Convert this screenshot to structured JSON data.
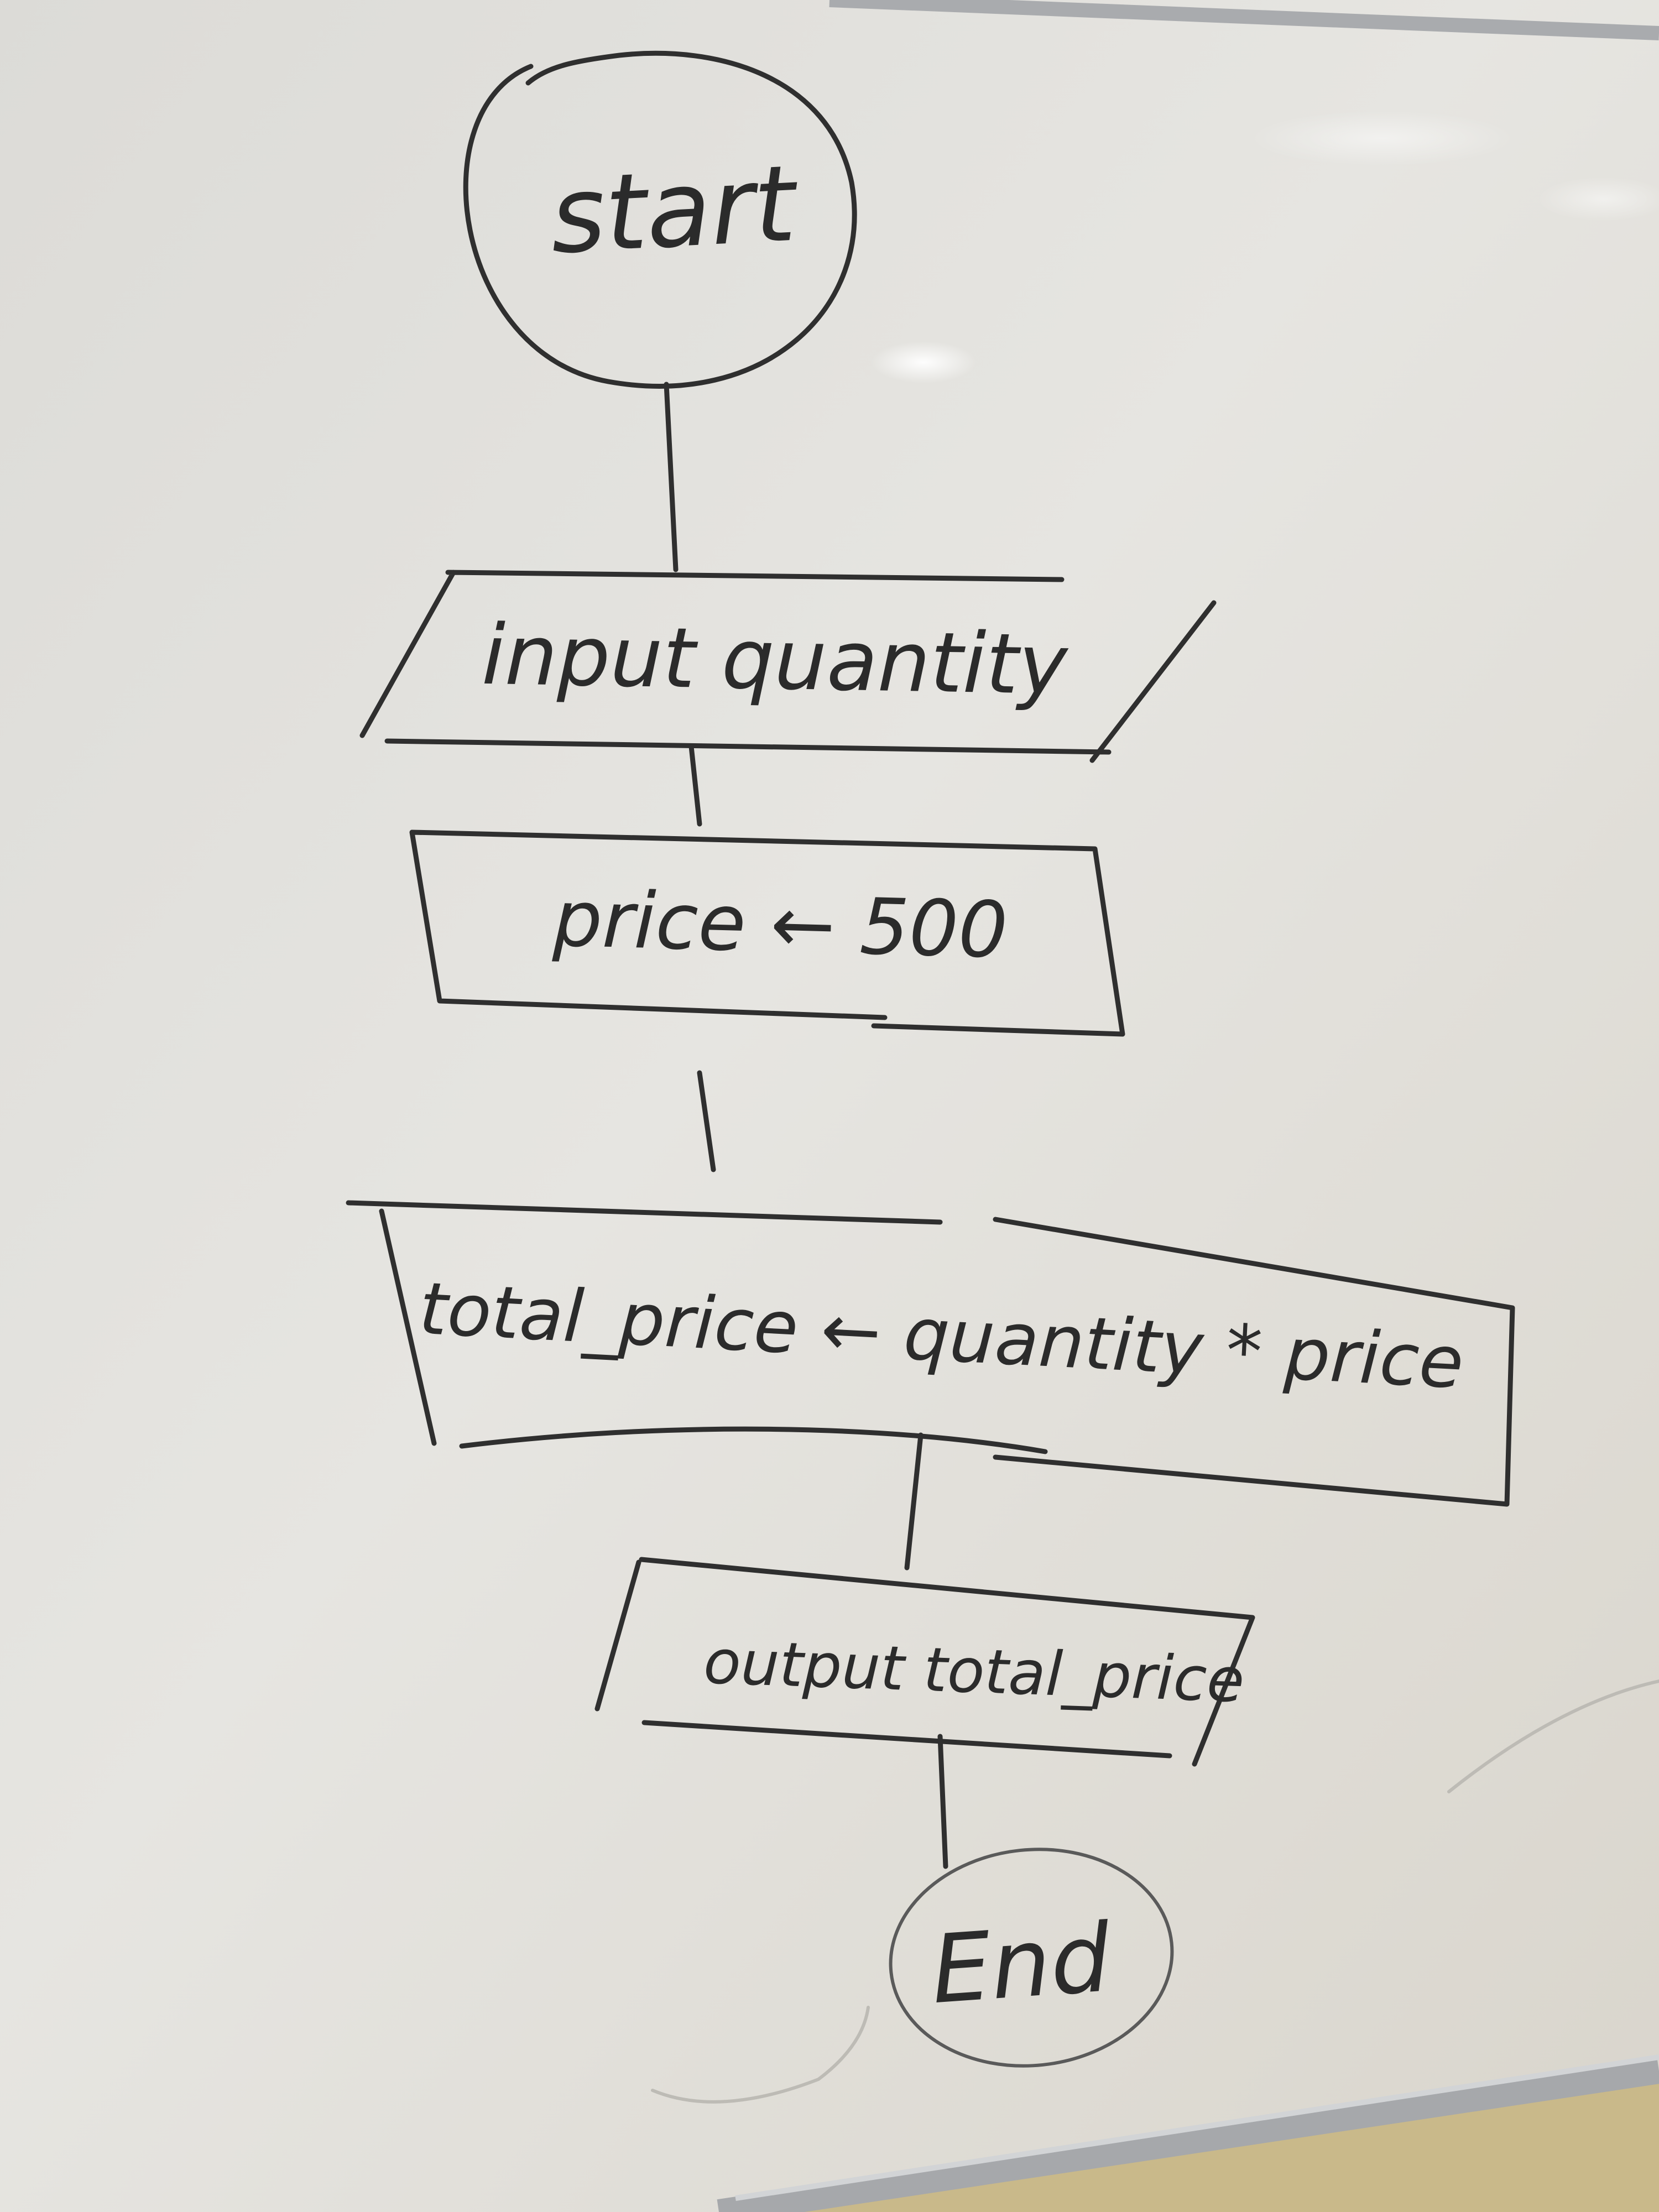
{
  "whiteboard": {
    "colors": {
      "board": "#e4e3df",
      "marker": "#2f2f2f",
      "frame": "#a9abae",
      "wall": "#c9b98a"
    }
  },
  "flowchart": {
    "start": "start",
    "input": "input quantity",
    "assign_price": "price ← 500",
    "compute_total": "total_price ← quantity * price",
    "output": "output total_price",
    "end": "End"
  }
}
